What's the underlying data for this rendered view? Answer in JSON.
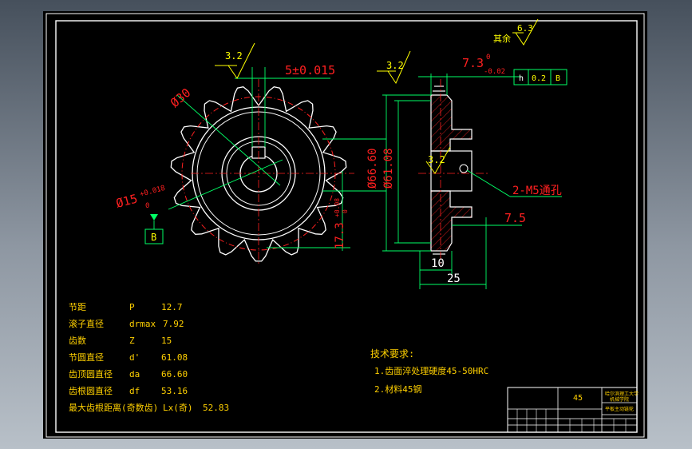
{
  "drawing": {
    "roughness": {
      "rest_label": "其余",
      "rest_value": "6.3",
      "bore_value": "3.2",
      "side_value": "3.2",
      "hole_value": "3.2"
    },
    "dims": {
      "keyway": "5±0.015",
      "outer_dia": "Ø30",
      "bore_dia": "Ø15",
      "bore_tol_upper": "+0.018",
      "bore_tol_lower": "0",
      "key_depth": "17.3",
      "key_tol_upper": "+0.08",
      "key_tol_lower": "0",
      "tip_dia": "Ø66.60",
      "pitch_dia": "Ø61.08",
      "width": "7.3",
      "width_tol_upper": "0",
      "width_tol_lower": "-0.02",
      "tooth_width": "7.5",
      "hub_len": "10",
      "total_len": "25",
      "tapped_holes": "2-M5通孔"
    },
    "datum": {
      "label": "B"
    },
    "tolerance_frame": [
      "h",
      "0.2",
      "B"
    ]
  },
  "params": {
    "rows": [
      {
        "name": "节距",
        "sym": "P",
        "val": "12.7"
      },
      {
        "name": "滚子直径",
        "sym": "drmax",
        "val": "7.92"
      },
      {
        "name": "齿数",
        "sym": "Z",
        "val": "15"
      },
      {
        "name": "节圆直径",
        "sym": "d'",
        "val": "61.08"
      },
      {
        "name": "齿顶圆直径",
        "sym": "da",
        "val": "66.60"
      },
      {
        "name": "齿根圆直径",
        "sym": "df",
        "val": "53.16"
      },
      {
        "name": "最大齿根距离(奇数齿)",
        "sym": "Lx(奇)",
        "val": "52.83"
      }
    ]
  },
  "requirements": {
    "title": "技术要求:",
    "items": [
      "1.齿面淬处理硬度45-50HRC",
      "2.材料45钢"
    ]
  },
  "titleblock": {
    "material": "45",
    "school": "哈尔滨理工大学",
    "dept": "机械学院",
    "part_name": "平板主动链轮"
  },
  "chart_data": {
    "type": "diagram",
    "teeth": 15,
    "pitch": 12.7,
    "tip_diameter": 66.6,
    "pitch_diameter": 61.08,
    "root_diameter": 53.16,
    "bore_diameter": 15,
    "hub_diameter": 30
  }
}
